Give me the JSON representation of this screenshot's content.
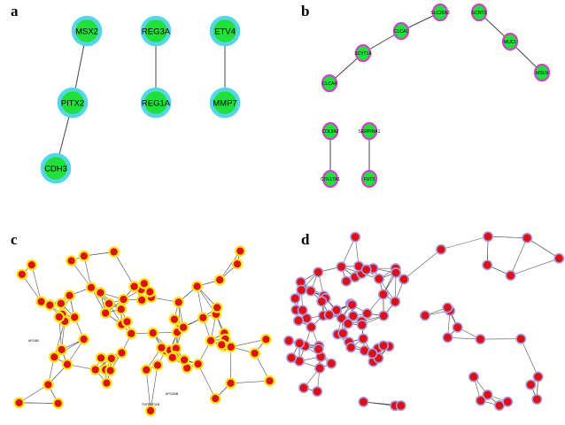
{
  "figure": {
    "panels": [
      {
        "letter": "a",
        "colors": {
          "node_fill": "#22e03c",
          "node_ring": "#54d6e6",
          "edge": "#444444"
        },
        "nodes": [
          "MSX2",
          "PITX2",
          "CDH3",
          "REG3A",
          "REG1A",
          "ETV4",
          "MMP7"
        ],
        "edges": [
          [
            "MSX2",
            "PITX2"
          ],
          [
            "PITX2",
            "CDH3"
          ],
          [
            "REG3A",
            "REG1A"
          ],
          [
            "ETV4",
            "MMP7"
          ]
        ]
      },
      {
        "letter": "b",
        "colors": {
          "node_fill": "#22e03c",
          "node_ring": "#cc44cc",
          "edge": "#444444"
        },
        "nodes": [
          "SLC26A3",
          "CLCA1",
          "SCYT1A",
          "CLCA4",
          "GCNT3",
          "MUC1",
          "MSLN",
          "COL9A2",
          "COL17A1",
          "SERPINA1",
          "FUT3"
        ],
        "edges": [
          [
            "SLC26A3",
            "CLCA1"
          ],
          [
            "CLCA1",
            "SCYT1A"
          ],
          [
            "SCYT1A",
            "CLCA4"
          ],
          [
            "GCNT3",
            "MUC1"
          ],
          [
            "MUC1",
            "MSLN"
          ],
          [
            "COL9A2",
            "COL17A1"
          ],
          [
            "SERPINA1",
            "FUT3"
          ]
        ]
      },
      {
        "letter": "c",
        "colors": {
          "node_fill": "#dd1111",
          "node_ring": "#f5e21a",
          "edge": "#555555"
        },
        "visible_labels": [
          "APOB0",
          "TNFRSF11B",
          "APOA5B"
        ]
      },
      {
        "letter": "d",
        "colors": {
          "node_fill": "#dd1111",
          "node_ring": "#a99be8",
          "edge": "#555555"
        }
      }
    ]
  }
}
